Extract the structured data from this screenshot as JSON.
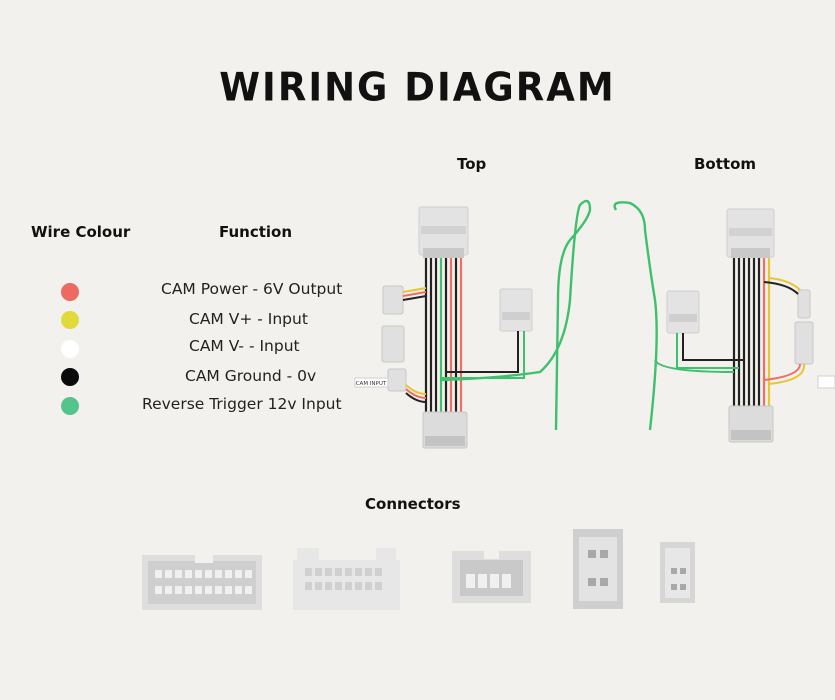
{
  "title": "WIRING DIAGRAM",
  "headers": {
    "wire_colour": "Wire Colour",
    "function": "Function",
    "top": "Top",
    "bottom": "Bottom",
    "connectors": "Connectors"
  },
  "legend": [
    {
      "color": "#ec6a5f",
      "function": "CAM Power - 6V Output"
    },
    {
      "color": "#e2d93a",
      "function": "CAM V+ - Input"
    },
    {
      "color": "#ffffff",
      "function": "CAM V- - Input"
    },
    {
      "color": "#0a0a0a",
      "function": "CAM Ground - 0v"
    },
    {
      "color": "#55c48a",
      "function": "Reverse Trigger 12v Input"
    }
  ],
  "cam_input_label": "CAM INPUT",
  "colors": {
    "background": "#f3f1ed",
    "connector": "#e1e1e1",
    "connector_dark": "#c6c6c6",
    "wire_green": "#3ec06c",
    "wire_black": "#222222",
    "wire_red": "#ef6e66",
    "wire_yellow": "#e6c733"
  }
}
